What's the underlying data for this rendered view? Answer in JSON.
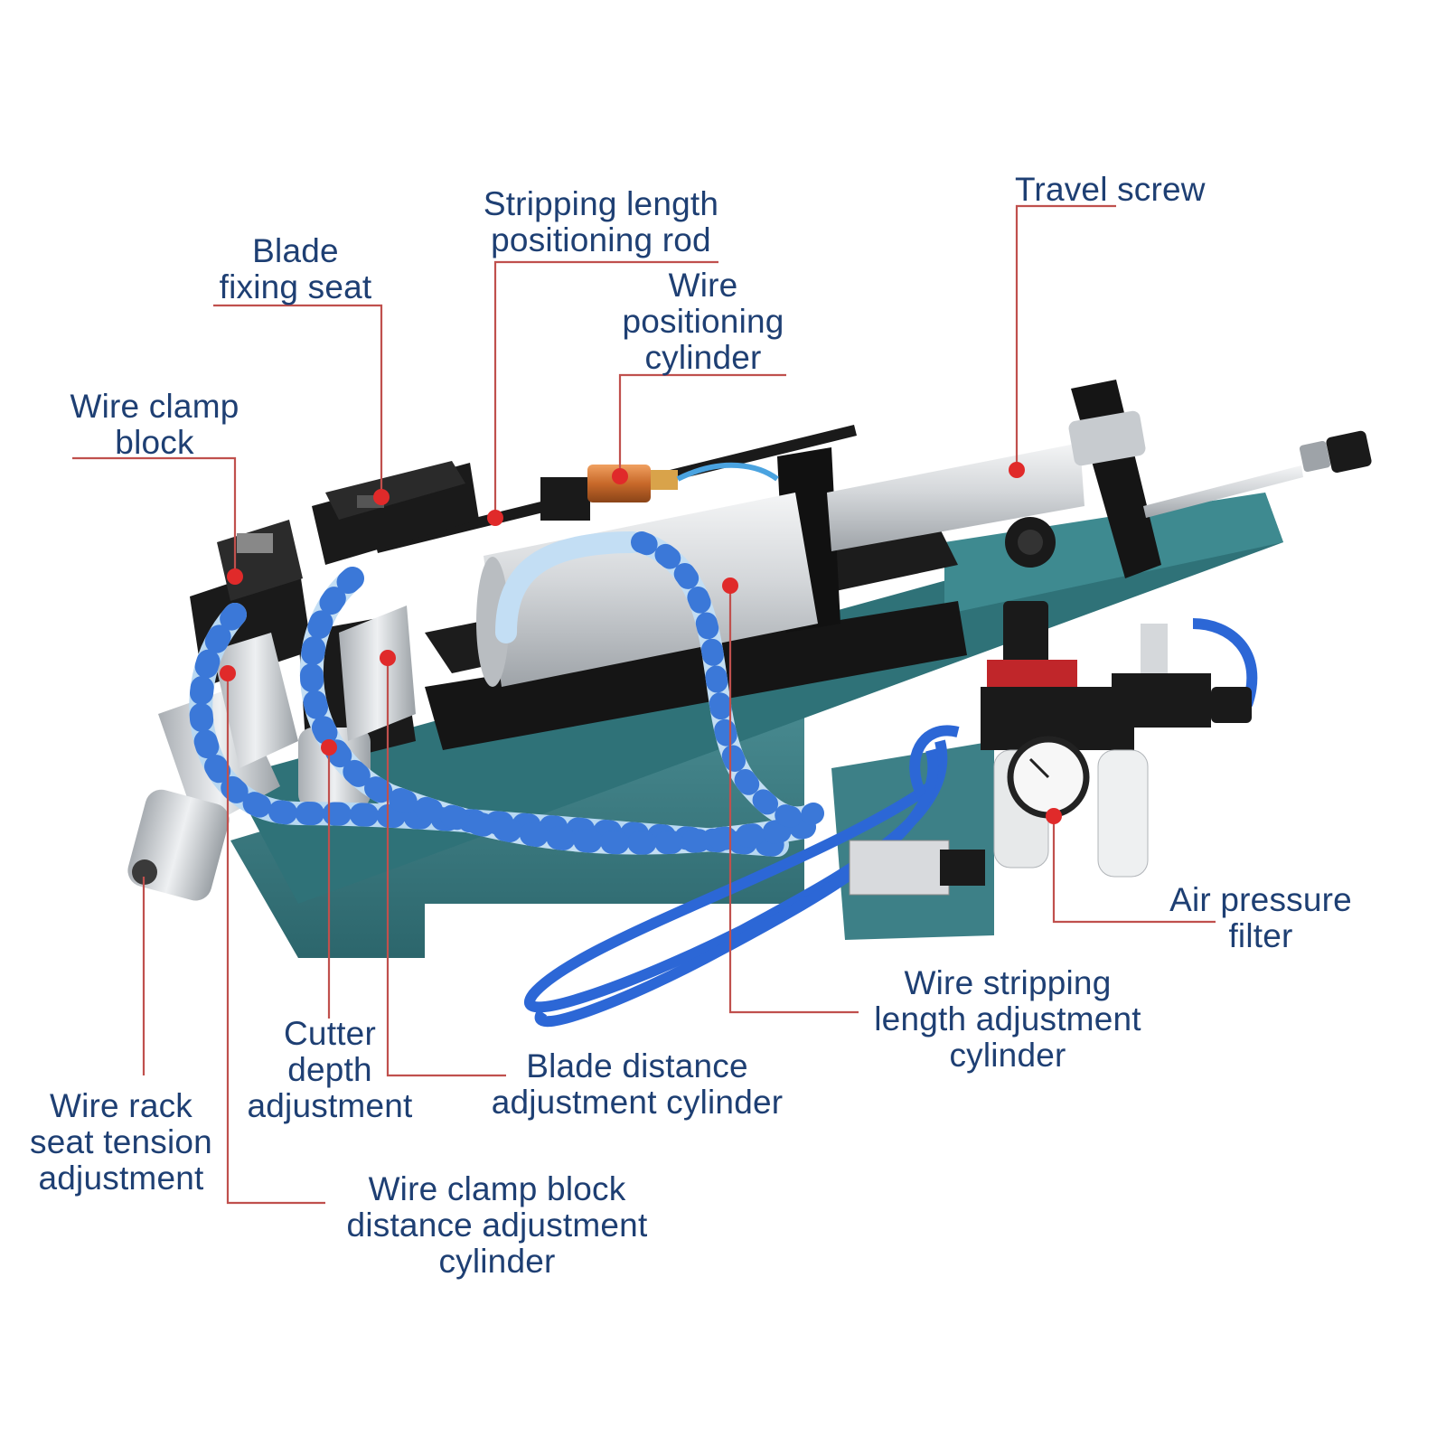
{
  "colors": {
    "label_text": "#1e3f73",
    "leader_line": "#c0504d",
    "marker_dot": "#e02a2a",
    "base_teal": "#3a7a80",
    "tubing_blue": "#2f6fd8",
    "cylinder_silver": "#d6d8da",
    "brass_orange": "#d07a3a"
  },
  "labels": {
    "travel_screw": [
      "Travel screw"
    ],
    "stripping_length_positioning_rod": [
      "Stripping length",
      "positioning rod"
    ],
    "blade_fixing_seat": [
      "Blade",
      "fixing seat"
    ],
    "wire_positioning_cylinder": [
      "Wire",
      "positioning",
      "cylinder"
    ],
    "wire_clamp_block": [
      "Wire clamp",
      "block"
    ],
    "air_pressure_filter": [
      "Air pressure",
      "filter"
    ],
    "wire_stripping_length_adjustment_cylinder": [
      "Wire stripping",
      "length adjustment",
      "cylinder"
    ],
    "cutter_depth_adjustment": [
      "Cutter",
      "depth",
      "adjustment"
    ],
    "blade_distance_adjustment_cylinder": [
      "Blade distance",
      "adjustment cylinder"
    ],
    "wire_rack_seat_tension_adjustment": [
      "Wire rack",
      "seat tension",
      "adjustment"
    ],
    "wire_clamp_block_distance_adjustment_cylinder": [
      "Wire clamp block",
      "distance adjustment",
      "cylinder"
    ]
  }
}
